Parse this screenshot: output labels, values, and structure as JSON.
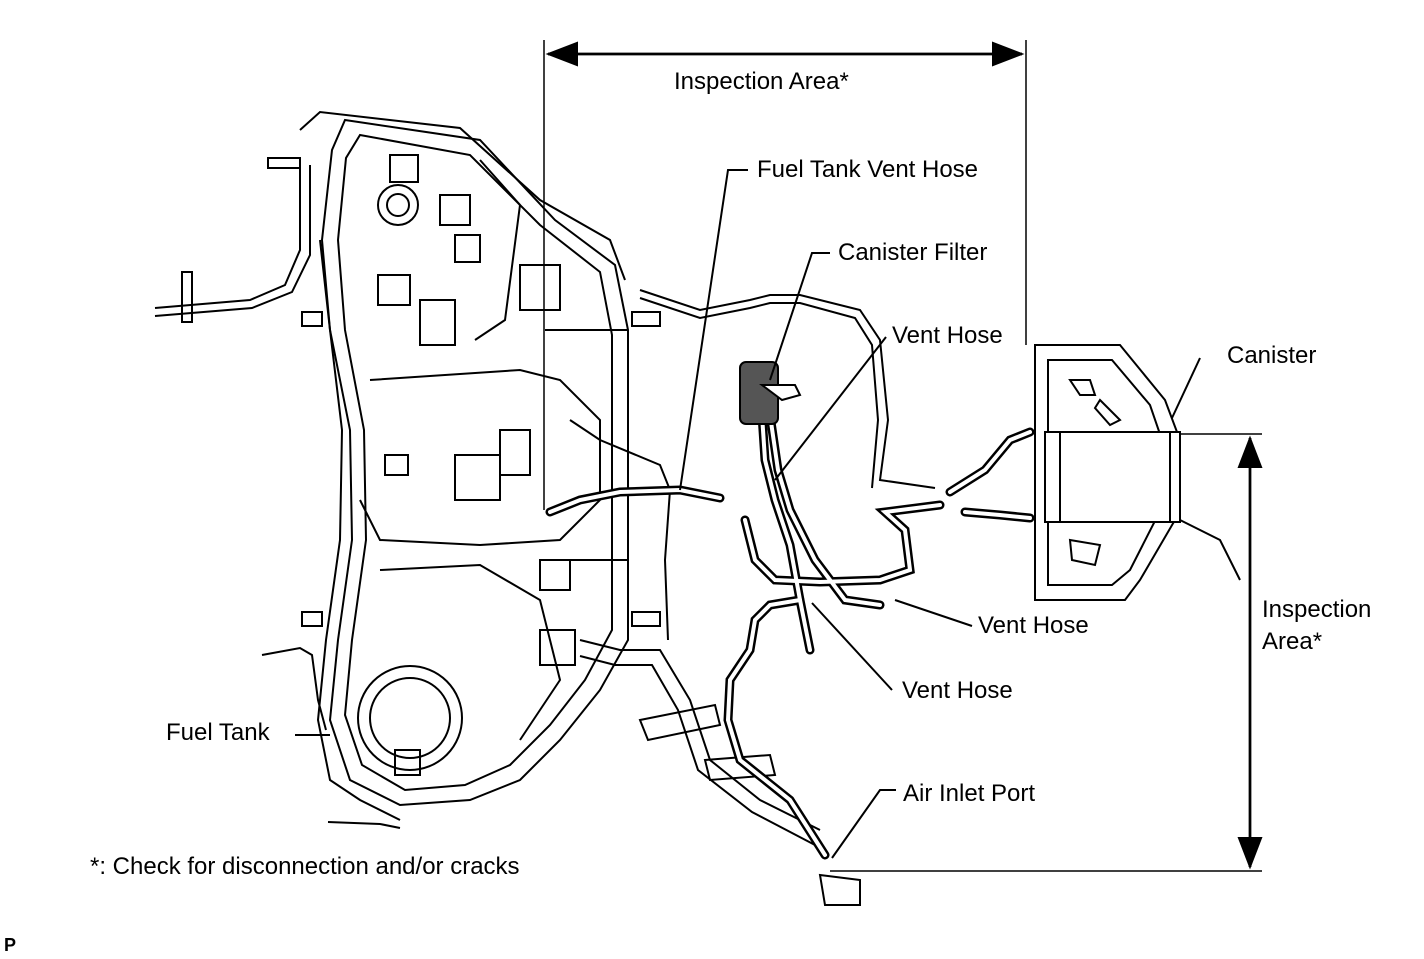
{
  "labels": {
    "inspection_area_top": "Inspection Area*",
    "fuel_tank_vent_hose": "Fuel Tank Vent Hose",
    "canister_filter": "Canister Filter",
    "vent_hose_1": "Vent Hose",
    "canister": "Canister",
    "inspection_area_right": "Inspection Area*",
    "vent_hose_2": "Vent Hose",
    "vent_hose_3": "Vent Hose",
    "fuel_tank": "Fuel Tank",
    "air_inlet_port": "Air Inlet Port",
    "footnote": "*: Check for disconnection and/or cracks",
    "figure_code": "P"
  }
}
